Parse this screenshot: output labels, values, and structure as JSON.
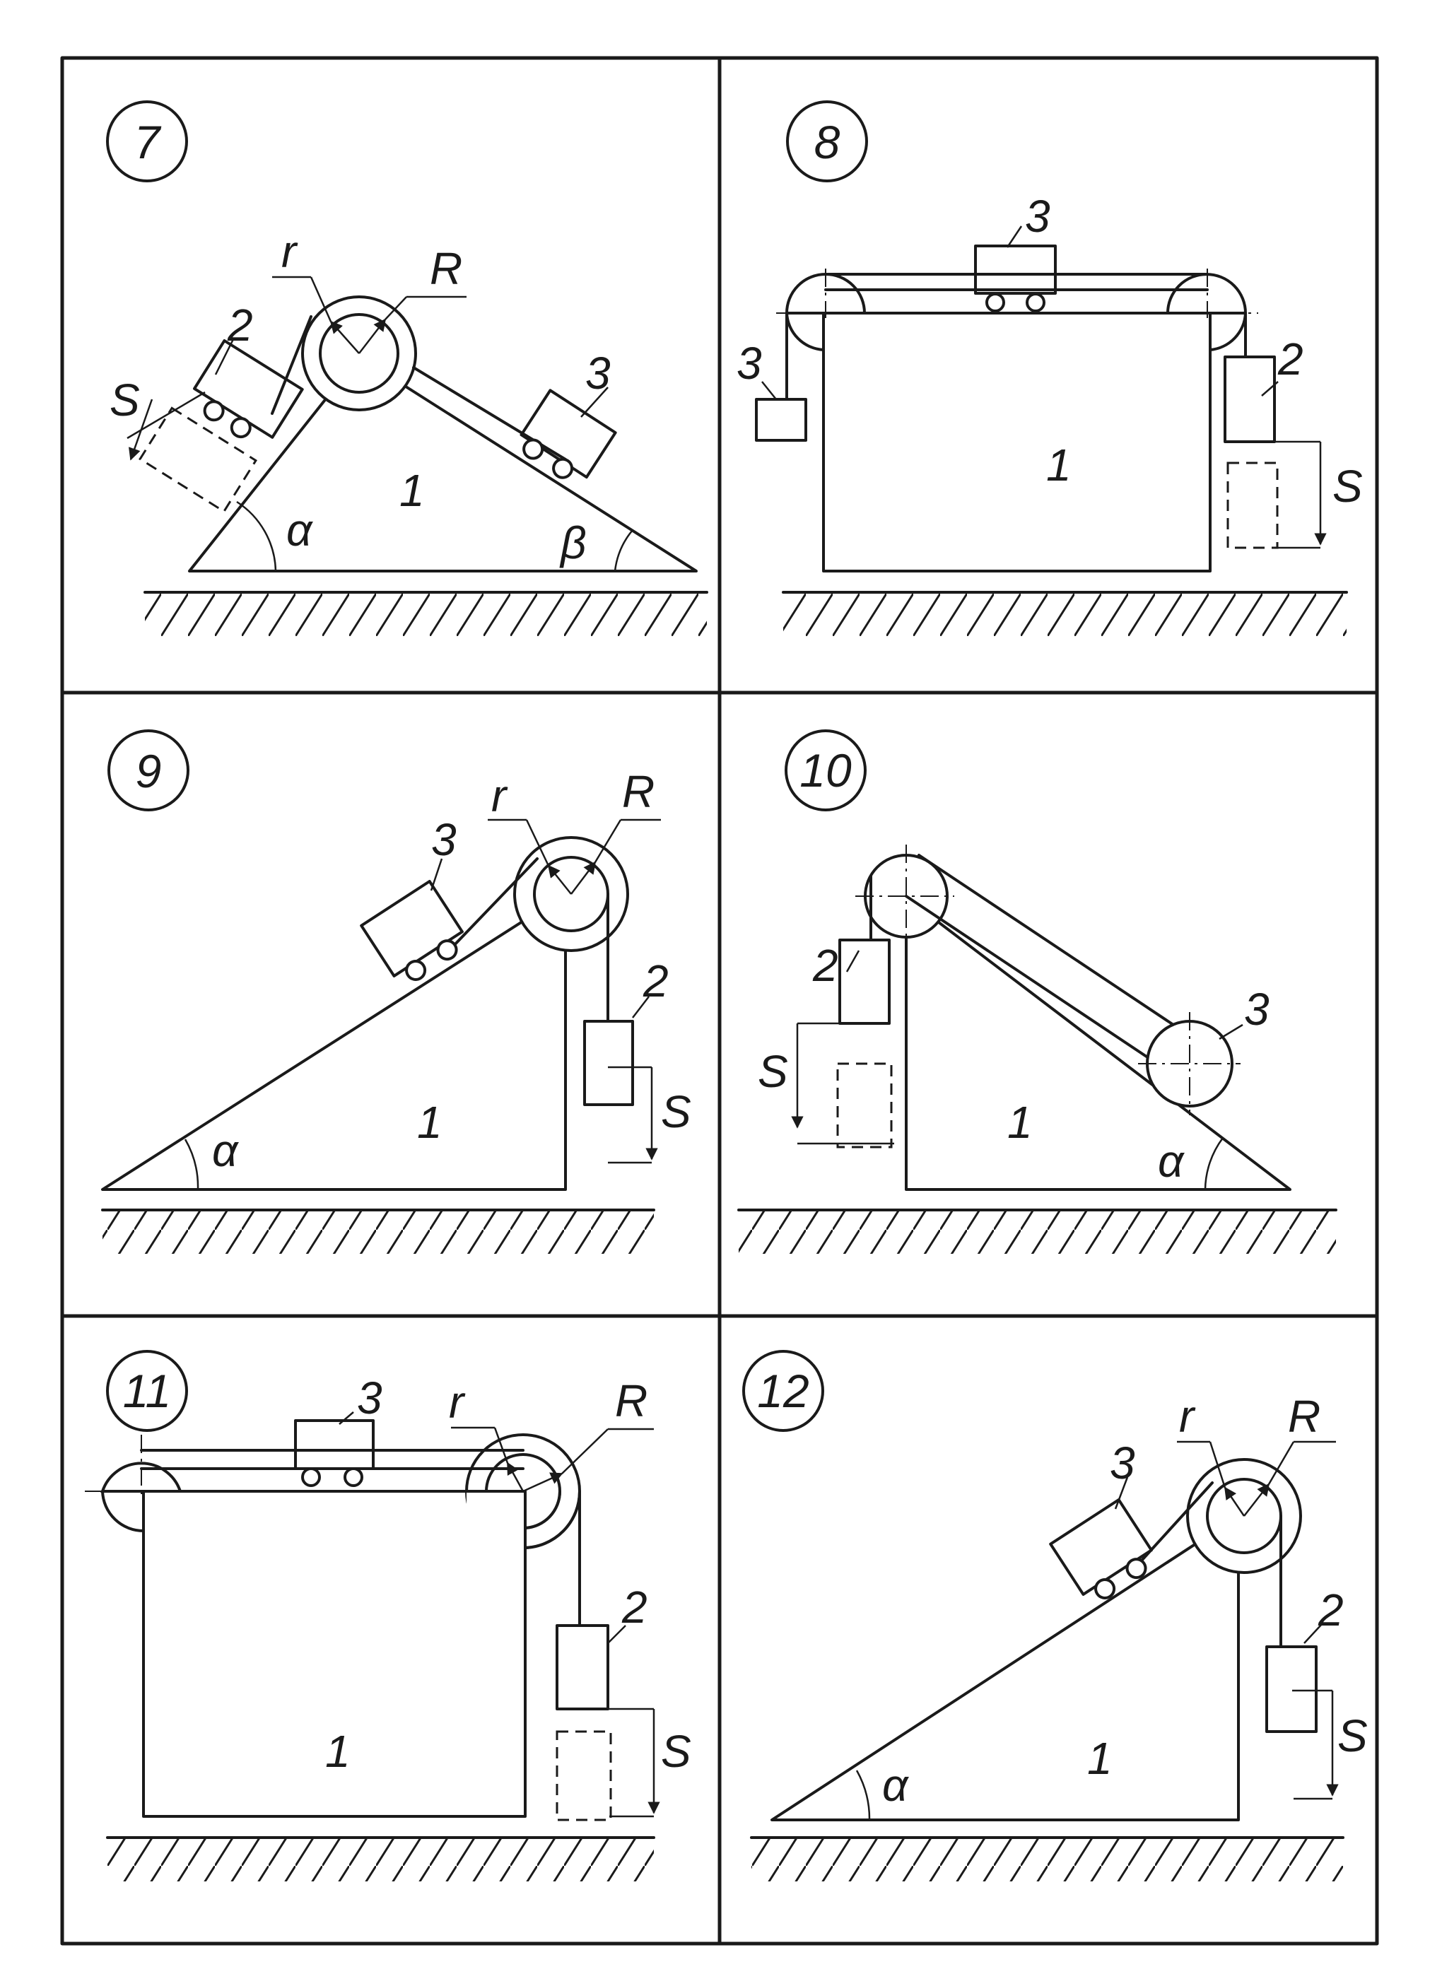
{
  "panels": [
    {
      "number": "7",
      "labels": {
        "body1": "1",
        "body2": "2",
        "body3": "3",
        "r": "r",
        "R": "R",
        "S": "S",
        "alpha": "α",
        "beta": "β"
      }
    },
    {
      "number": "8",
      "labels": {
        "body1": "1",
        "body2": "2",
        "body3_top": "3",
        "body3_side": "3",
        "S": "S"
      }
    },
    {
      "number": "9",
      "labels": {
        "body1": "1",
        "body2": "2",
        "body3": "3",
        "r": "r",
        "R": "R",
        "S": "S",
        "alpha": "α"
      }
    },
    {
      "number": "10",
      "labels": {
        "body1": "1",
        "body2": "2",
        "body3": "3",
        "S": "S",
        "alpha": "α"
      }
    },
    {
      "number": "11",
      "labels": {
        "body1": "1",
        "body2": "2",
        "body3": "3",
        "r": "r",
        "R": "R",
        "S": "S"
      }
    },
    {
      "number": "12",
      "labels": {
        "body1": "1",
        "body2": "2",
        "body3": "3",
        "r": "r",
        "R": "R",
        "S": "S",
        "alpha": "α"
      }
    }
  ]
}
